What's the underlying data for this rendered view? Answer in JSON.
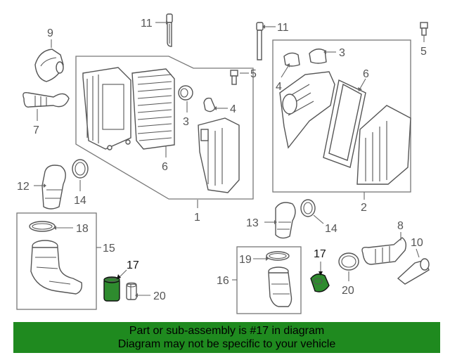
{
  "callouts": {
    "c1": "1",
    "c2": "2",
    "c3a": "3",
    "c3b": "3",
    "c4a": "4",
    "c4b": "4",
    "c5a": "5",
    "c5b": "5",
    "c6a": "6",
    "c6b": "6",
    "c7": "7",
    "c8": "8",
    "c9": "9",
    "c10": "10",
    "c11a": "11",
    "c11b": "11",
    "c12": "12",
    "c13": "13",
    "c14a": "14",
    "c14b": "14",
    "c15": "15",
    "c16": "16",
    "c17a": "17",
    "c17b": "17",
    "c18": "18",
    "c19": "19",
    "c20a": "20",
    "c20b": "20"
  },
  "banner": {
    "line1": "Part or sub-assembly is #17 in diagram",
    "line2": "Diagram may not be specific to your vehicle"
  },
  "colors": {
    "highlight": "#2e8b2e",
    "banner": "#1f8a1f"
  }
}
